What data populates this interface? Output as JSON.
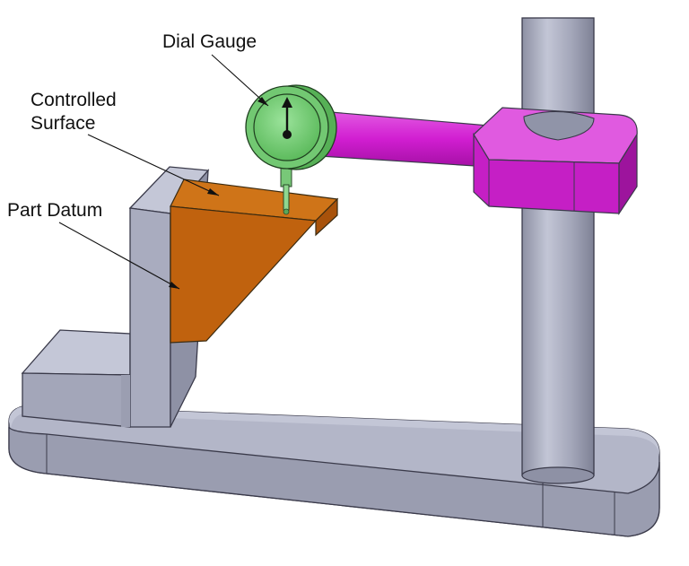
{
  "labels": {
    "dial_gauge": "Dial Gauge",
    "controlled_surface_line1": "Controlled",
    "controlled_surface_line2": "Surface",
    "part_datum": "Part Datum"
  },
  "colors": {
    "fixture_gray": "#a4a8bd",
    "part_orange": "#c2630d",
    "arm_magenta": "#d21fd2",
    "gauge_green": "#7fd07f",
    "background": "#ffffff"
  }
}
